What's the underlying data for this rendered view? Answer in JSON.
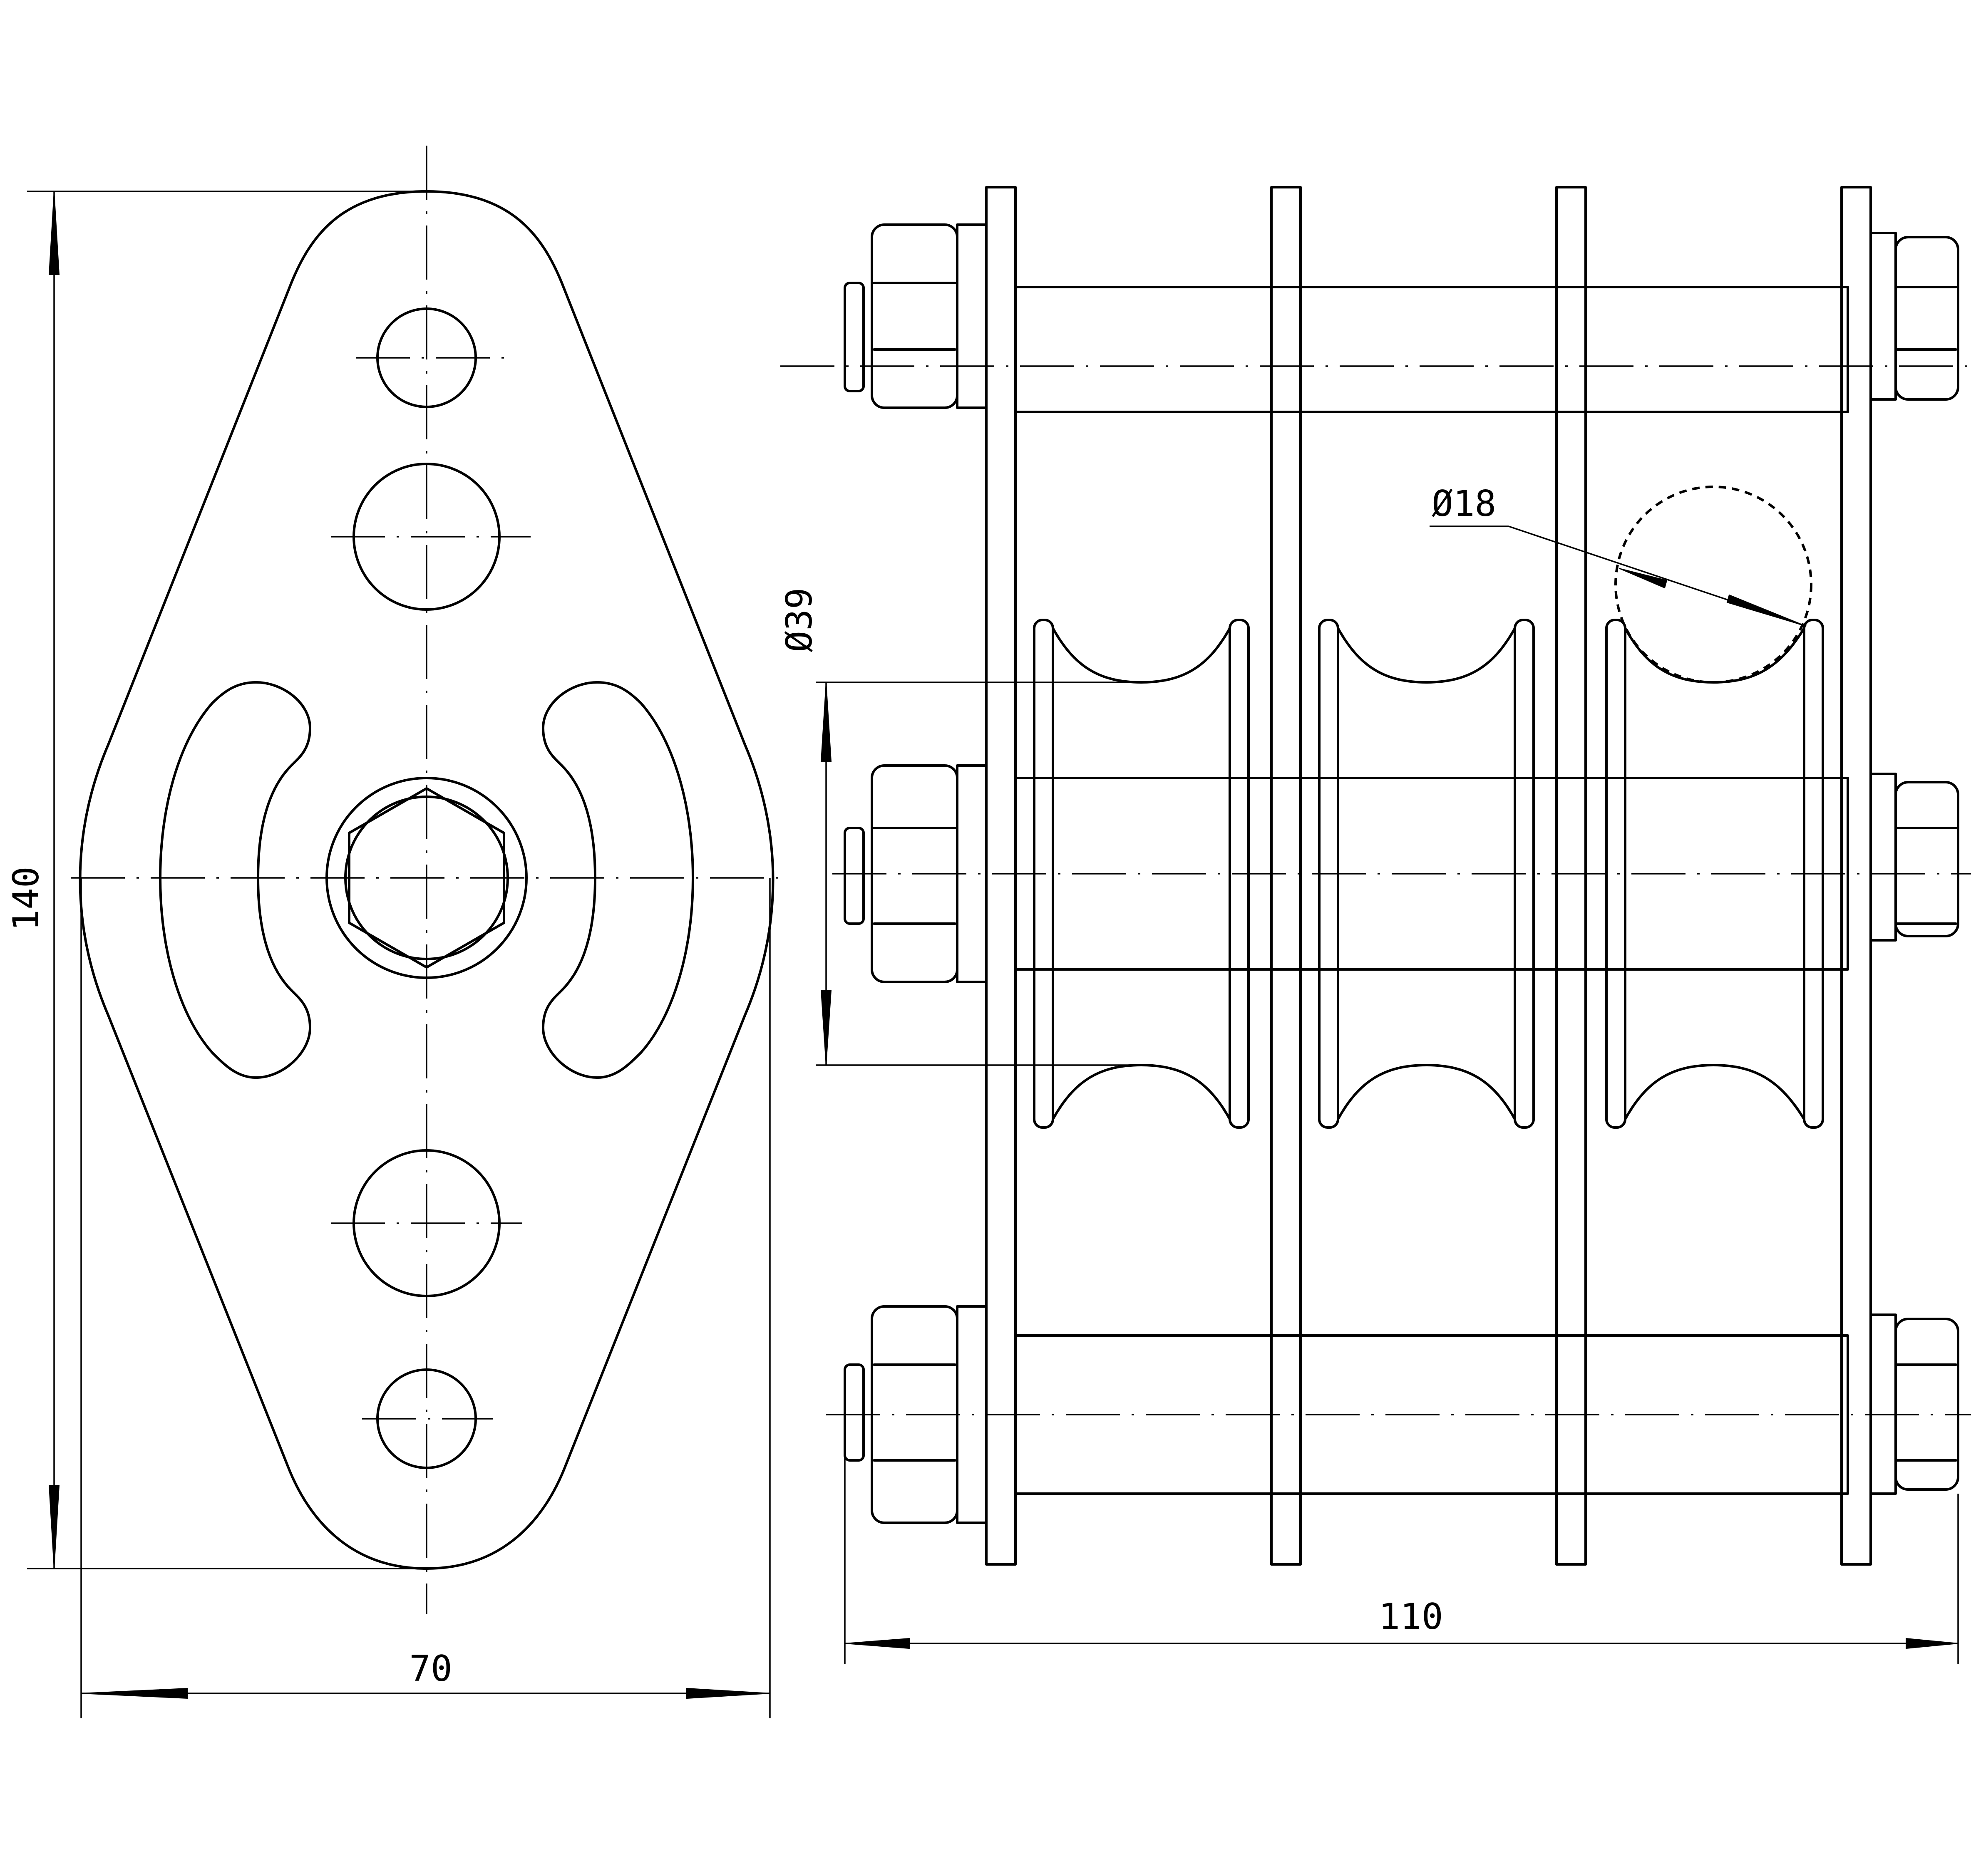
{
  "dimensions": {
    "height_label": "140",
    "width_label": "70",
    "length_label": "110",
    "sheave_diameter_label": "Ø39",
    "rope_diameter_label": "Ø18"
  },
  "colors": {
    "line": "#000000",
    "background": "#ffffff"
  }
}
